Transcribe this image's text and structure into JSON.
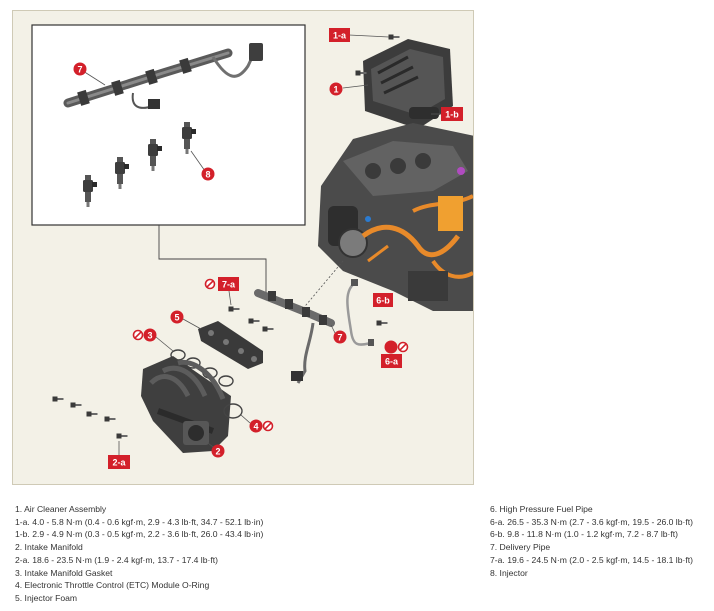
{
  "colors": {
    "callout_red": "#d3202a",
    "panel_bg": "#f3f1e7",
    "part_gray": "#5d5d5d",
    "part_dark": "#2f2f2f",
    "engine_orange": "#e88a2a",
    "prohibit_red": "#d3202a"
  },
  "icons": {
    "prohibit": "prohibit-reuse-icon"
  },
  "callouts": {
    "c1": "1",
    "c1a": "1-a",
    "c1b": "1-b",
    "c2": "2",
    "c2a": "2-a",
    "c3": "3",
    "c4": "4",
    "c5": "5",
    "c6a": "6-a",
    "c6b": "6-b",
    "c7": "7",
    "c7a": "7-a",
    "c7_inset": "7",
    "c8": "8"
  },
  "legend": {
    "left": [
      "1. Air Cleaner Assembly",
      "1-a. 4.0 - 5.8 N·m (0.4 - 0.6 kgf·m, 2.9 - 4.3 lb·ft, 34.7 - 52.1 lb·in)",
      "1-b. 2.9 - 4.9 N·m (0.3 - 0.5 kgf·m, 2.2 - 3.6 lb·ft, 26.0 - 43.4 lb·in)",
      "2. Intake Manifold",
      "2-a. 18.6 - 23.5 N·m (1.9 - 2.4 kgf·m, 13.7 - 17.4 lb·ft)",
      "3. Intake Manifold Gasket",
      "4. Electronic Throttle Control (ETC) Module O-Ring",
      "5. Injector Foam"
    ],
    "right": [
      "6. High Pressure Fuel Pipe",
      "6-a. 26.5 - 35.3 N·m (2.7 - 3.6 kgf·m, 19.5 - 26.0 lb·ft)",
      "6-b. 9.8 - 11.8 N·m (1.0 - 1.2 kgf·m, 7.2 - 8.7 lb·ft)",
      "7. Delivery Pipe",
      "7-a. 19.6 - 24.5 N·m (2.0 - 2.5 kgf·m, 14.5 - 18.1 lb·ft)",
      "8. Injector"
    ]
  }
}
